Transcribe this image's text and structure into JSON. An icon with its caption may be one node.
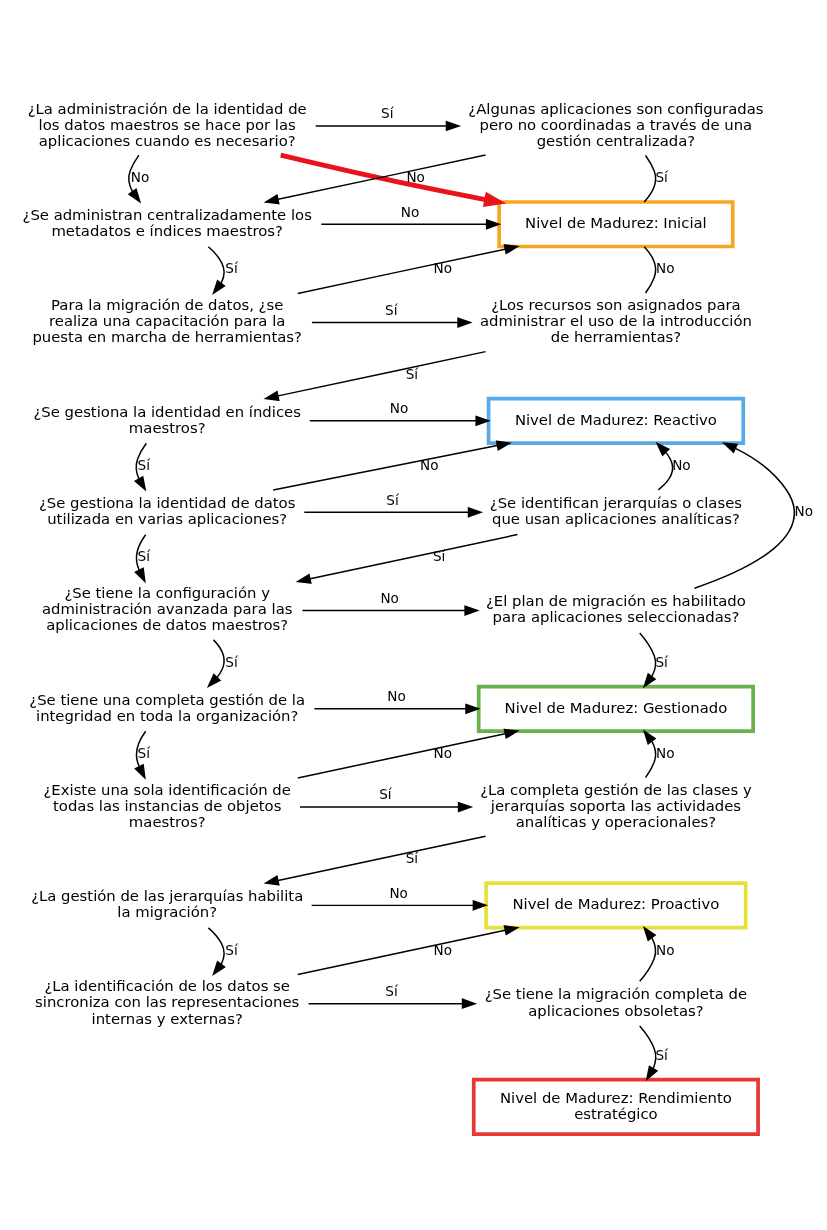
{
  "diagram": {
    "nodes": [
      {
        "text": [
          "¿La administración de la identidad de los datos maestros se hace por las aplicaciones cuando es necesario?"
        ]
      },
      {
        "text": [
          "¿Algunas aplicaciones son configuradas pero no coordinadas a través de una gestión centralizada?"
        ]
      },
      {
        "text": [
          "¿Se administran centralizadamente los metadatos e índices maestros?"
        ]
      },
      {
        "text": [
          "Nivel de Madurez: Inicial"
        ]
      },
      {
        "text": [
          "Para la migración de datos, ¿se realiza una capacitación para la puesta en marcha de herramientas?"
        ]
      },
      {
        "text": [
          "¿Los recursos son asignados para administrar el uso de la introducción de herramientas?"
        ]
      },
      {
        "text": [
          "¿Se gestiona la identidad en índices maestros?"
        ]
      },
      {
        "text": [
          "Nivel de Madurez: Reactivo"
        ]
      },
      {
        "text": [
          "¿Se gestiona la identidad de datos utilizada en varias aplicaciones?"
        ]
      },
      {
        "text": [
          "¿Se identifican jerarquías o clases que usan aplicaciones analíticas?"
        ]
      },
      {
        "text": [
          "¿Se tiene la configuración y administración avanzada para las aplicaciones de datos maestros?"
        ]
      },
      {
        "text": [
          "¿El plan de migración es habilitado para aplicaciones seleccionadas?"
        ]
      },
      {
        "text": [
          "¿Se tiene una completa gestión de la integridad en toda la organización?"
        ]
      },
      {
        "text": [
          "Nivel de Madurez: Gestionado"
        ]
      },
      {
        "text": [
          "¿Existe una sola identificación de todas las instancias de objetos maestros?"
        ]
      },
      {
        "text": [
          "¿La completa gestión de las clases y jerarquías soporta las actividades analíticas y operacionales?"
        ]
      },
      {
        "text": [
          "¿La gestión de las jerarquías habilita la migración?"
        ]
      },
      {
        "text": [
          "Nivel de Madurez: Proactivo"
        ]
      },
      {
        "text": [
          "¿La identificación de los datos se sincroniza con las representaciones internas y externas?"
        ]
      },
      {
        "text": [
          "¿Se tiene la migración completa de aplicaciones obsoletas?"
        ]
      },
      {
        "text": [
          "Nivel de Madurez: Rendimiento estratégico"
        ]
      }
    ],
    "edges": [
      {
        "from": 0,
        "to": 1,
        "arrow": "to",
        "label": "Sí"
      },
      {
        "from": 0,
        "to": 2,
        "arrow": "to",
        "label": "No"
      },
      {
        "from": 0,
        "to": 3,
        "arrow": "to",
        "style": "thick",
        "color": "#e8141c"
      },
      {
        "from": 1,
        "to": 3,
        "arrow": "none",
        "label": "Sí"
      },
      {
        "from": 1,
        "to": 2,
        "arrow": "to",
        "label": "No"
      },
      {
        "from": 2,
        "to": 3,
        "arrow": "to",
        "label": "No"
      },
      {
        "from": 2,
        "to": 4,
        "arrow": "to",
        "label": "Sí"
      },
      {
        "from": 4,
        "to": 3,
        "arrow": "to",
        "label": "No"
      },
      {
        "from": 4,
        "to": 5,
        "arrow": "to",
        "label": "Sí"
      },
      {
        "from": 5,
        "to": 3,
        "arrow": "none",
        "label": "No"
      },
      {
        "from": 5,
        "to": 6,
        "arrow": "to",
        "label": "Sí"
      },
      {
        "from": 6,
        "to": 7,
        "arrow": "to",
        "label": "No"
      },
      {
        "from": 6,
        "to": 8,
        "arrow": "to",
        "label": "Sí"
      },
      {
        "from": 8,
        "to": 7,
        "arrow": "to",
        "label": "No"
      },
      {
        "from": 8,
        "to": 9,
        "arrow": "to",
        "label": "Sí"
      },
      {
        "from": 8,
        "to": 10,
        "arrow": "to",
        "label": "Sí"
      },
      {
        "from": 9,
        "to": 7,
        "arrow": "to",
        "label": "No"
      },
      {
        "from": 9,
        "to": 10,
        "arrow": "to",
        "label": "Sí"
      },
      {
        "from": 10,
        "to": 11,
        "arrow": "to",
        "label": "No"
      },
      {
        "from": 10,
        "to": 12,
        "arrow": "to",
        "label": "Sí"
      },
      {
        "from": 11,
        "to": 7,
        "arrow": "to",
        "label": "No"
      },
      {
        "from": 11,
        "to": 13,
        "arrow": "to",
        "label": "Sí"
      },
      {
        "from": 12,
        "to": 13,
        "arrow": "to",
        "label": "No"
      },
      {
        "from": 12,
        "to": 14,
        "arrow": "to",
        "label": "Sí"
      },
      {
        "from": 14,
        "to": 13,
        "arrow": "to",
        "label": "No"
      },
      {
        "from": 14,
        "to": 15,
        "arrow": "to",
        "label": "Sí"
      },
      {
        "from": 15,
        "to": 13,
        "arrow": "to",
        "label": "No"
      },
      {
        "from": 15,
        "to": 16,
        "arrow": "to",
        "label": "Sí"
      },
      {
        "from": 16,
        "to": 17,
        "arrow": "to",
        "label": "No"
      },
      {
        "from": 16,
        "to": 18,
        "arrow": "to",
        "label": "Sí"
      },
      {
        "from": 18,
        "to": 17,
        "arrow": "to",
        "label": "No"
      },
      {
        "from": 18,
        "to": 19,
        "arrow": "to",
        "label": "Sí"
      },
      {
        "from": 19,
        "to": 17,
        "arrow": "to",
        "label": "No"
      },
      {
        "from": 19,
        "to": 20,
        "arrow": "to",
        "label": "Sí"
      }
    ]
  }
}
